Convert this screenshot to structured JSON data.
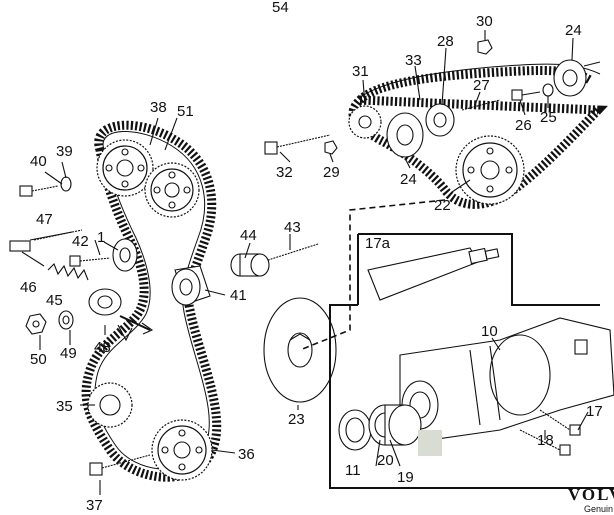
{
  "diagram": {
    "part_labels": [
      {
        "id": "p54",
        "text": "54"
      },
      {
        "id": "p30",
        "text": "30"
      },
      {
        "id": "p24a",
        "text": "24"
      },
      {
        "id": "p28",
        "text": "28"
      },
      {
        "id": "p33",
        "text": "33"
      },
      {
        "id": "p31",
        "text": "31"
      },
      {
        "id": "p27",
        "text": "27"
      },
      {
        "id": "p26",
        "text": "26"
      },
      {
        "id": "p25",
        "text": "25"
      },
      {
        "id": "p38",
        "text": "38"
      },
      {
        "id": "p51",
        "text": "51"
      },
      {
        "id": "p40",
        "text": "40"
      },
      {
        "id": "p39",
        "text": "39"
      },
      {
        "id": "p32",
        "text": "32"
      },
      {
        "id": "p29",
        "text": "29"
      },
      {
        "id": "p24b",
        "text": "24"
      },
      {
        "id": "p22",
        "text": "22"
      },
      {
        "id": "p47",
        "text": "47"
      },
      {
        "id": "p42",
        "text": "42"
      },
      {
        "id": "p1",
        "text": "1"
      },
      {
        "id": "p44",
        "text": "44"
      },
      {
        "id": "p43",
        "text": "43"
      },
      {
        "id": "p17a",
        "text": "17a"
      },
      {
        "id": "p46",
        "text": "46"
      },
      {
        "id": "p45",
        "text": "45"
      },
      {
        "id": "p41",
        "text": "41"
      },
      {
        "id": "p49",
        "text": "49"
      },
      {
        "id": "p48",
        "text": "48"
      },
      {
        "id": "p50",
        "text": "50"
      },
      {
        "id": "p10",
        "text": "10"
      },
      {
        "id": "p35",
        "text": "35"
      },
      {
        "id": "p23",
        "text": "23"
      },
      {
        "id": "p17b",
        "text": "17"
      },
      {
        "id": "p18",
        "text": "18"
      },
      {
        "id": "p36",
        "text": "36"
      },
      {
        "id": "p11",
        "text": "11"
      },
      {
        "id": "p20",
        "text": "20"
      },
      {
        "id": "p19",
        "text": "19"
      },
      {
        "id": "p37",
        "text": "37"
      }
    ],
    "brand": {
      "logo": "VOLV",
      "tagline": "Genuin"
    }
  }
}
